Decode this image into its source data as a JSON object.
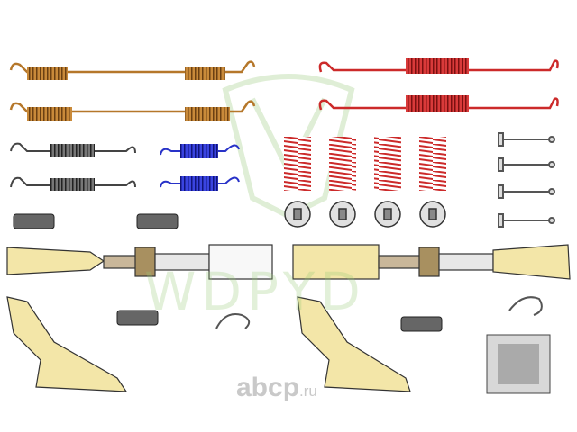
{
  "watermark": {
    "text": "WDPYD"
  },
  "logo": {
    "main": "abcp",
    "suffix": ".ru"
  },
  "colors": {
    "brown_spring": "#b5772a",
    "red_spring": "#cc2a2a",
    "blue_spring": "#2832c8",
    "gray_spring": "#555555",
    "adjuster": "#f3e6a8"
  }
}
